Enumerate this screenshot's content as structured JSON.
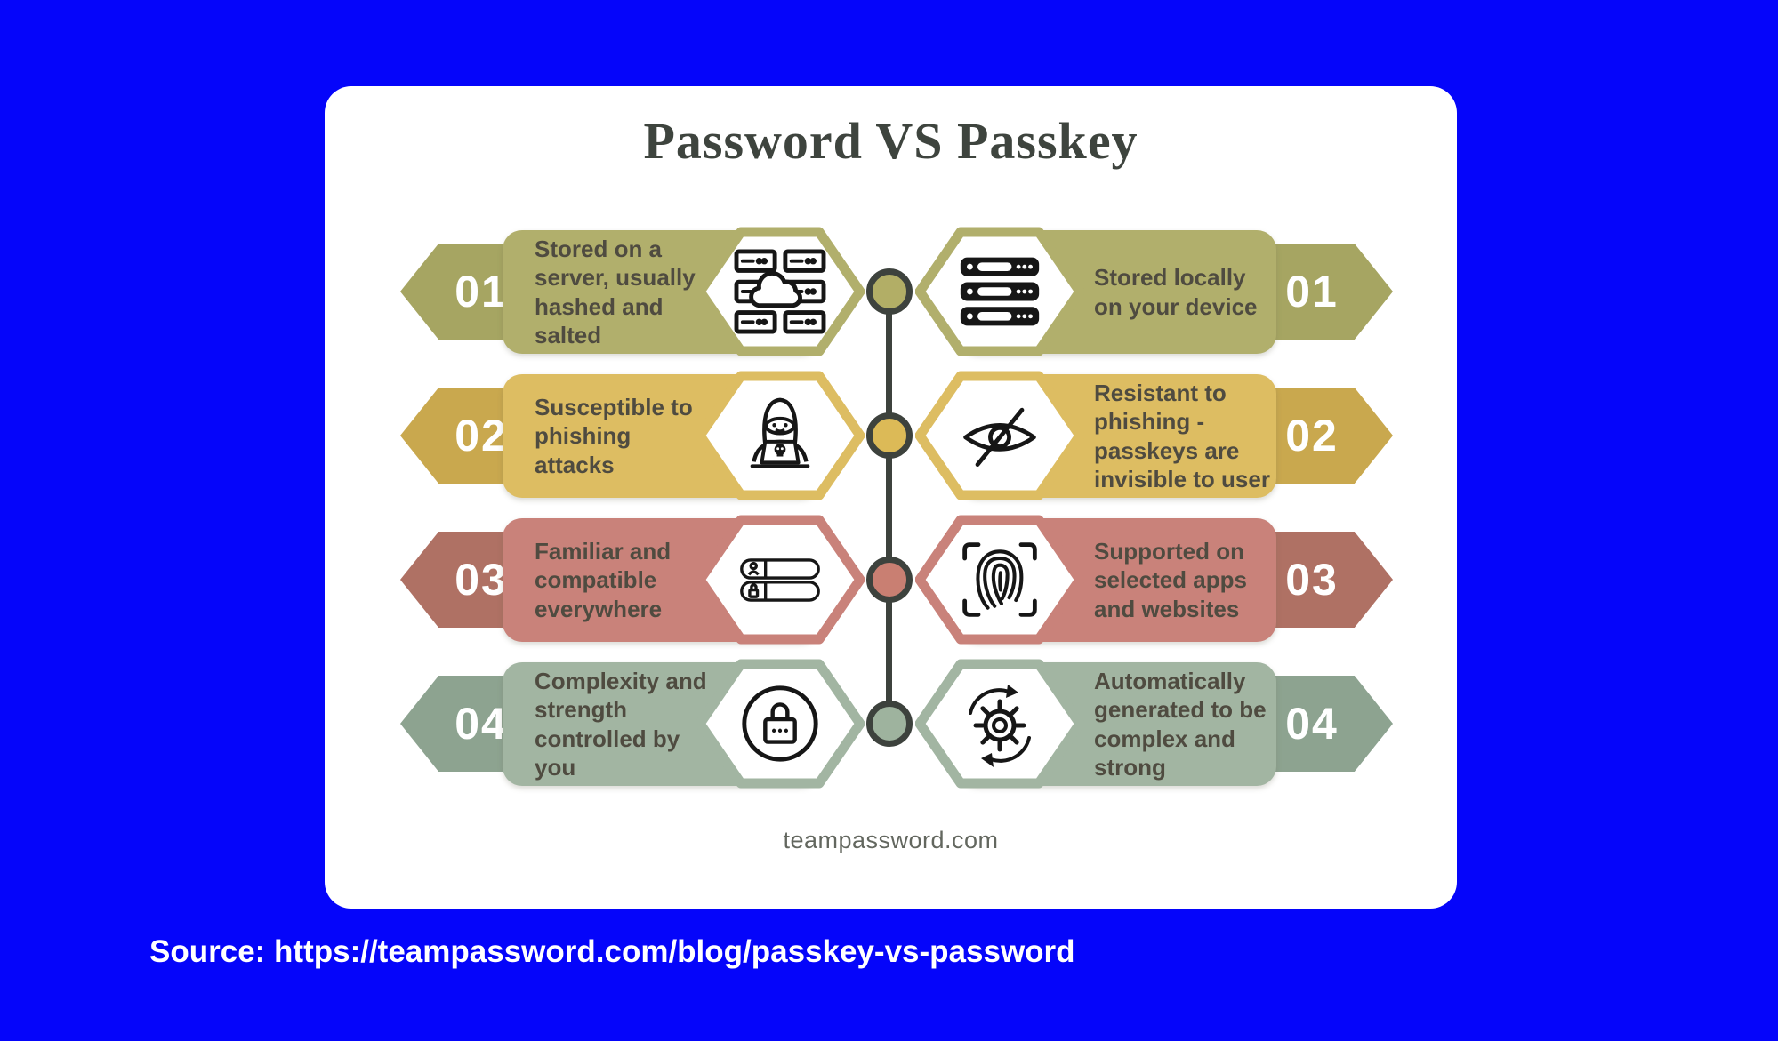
{
  "title": "Password VS Passkey",
  "footer": {
    "website": "teampassword.com"
  },
  "source": {
    "label": "Source: https://teampassword.com/blog/passkey-vs-password"
  },
  "colors": {
    "background": "#0505fa",
    "card": "#ffffff",
    "title_text": "#3e443e",
    "item_text": "#4f4b40",
    "number_text": "#ffffff",
    "timeline": "#3d423d",
    "icon_stroke": "#161616",
    "footer_text": "#63675f",
    "source_text": "#ffffff"
  },
  "rows": [
    {
      "number": "01",
      "color": {
        "rect": "#b1af6c",
        "arrow": "#a6a562",
        "circle": "#b2ae66"
      },
      "left": {
        "text": "Stored on a\nserver, usually\nhashed and\nsalted",
        "icon": "server-cloud-icon"
      },
      "right": {
        "text": "Stored locally\non your device",
        "icon": "server-stack-icon"
      }
    },
    {
      "number": "02",
      "color": {
        "rect": "#ddbd62",
        "arrow": "#c9a84e",
        "circle": "#dcba57"
      },
      "left": {
        "text": "Susceptible to\nphishing\nattacks",
        "icon": "hacker-icon"
      },
      "right": {
        "text": "Resistant to\nphishing -\npasskeys are\ninvisible to user",
        "icon": "eye-off-icon"
      }
    },
    {
      "number": "03",
      "color": {
        "rect": "#c9827a",
        "arrow": "#af7164",
        "circle": "#c97f72"
      },
      "left": {
        "text": "Familiar and\ncompatible\neverywhere",
        "icon": "login-fields-icon"
      },
      "right": {
        "text": "Supported on\nselected apps\nand websites",
        "icon": "fingerprint-icon"
      }
    },
    {
      "number": "04",
      "color": {
        "rect": "#a2b5a2",
        "arrow": "#8da390",
        "circle": "#9eb39e"
      },
      "left": {
        "text": "Complexity and\nstrength\ncontrolled by\nyou",
        "icon": "password-lock-icon"
      },
      "right": {
        "text": "Automatically\ngenerated to be\ncomplex and\nstrong",
        "icon": "auto-generate-gear-icon"
      }
    }
  ]
}
